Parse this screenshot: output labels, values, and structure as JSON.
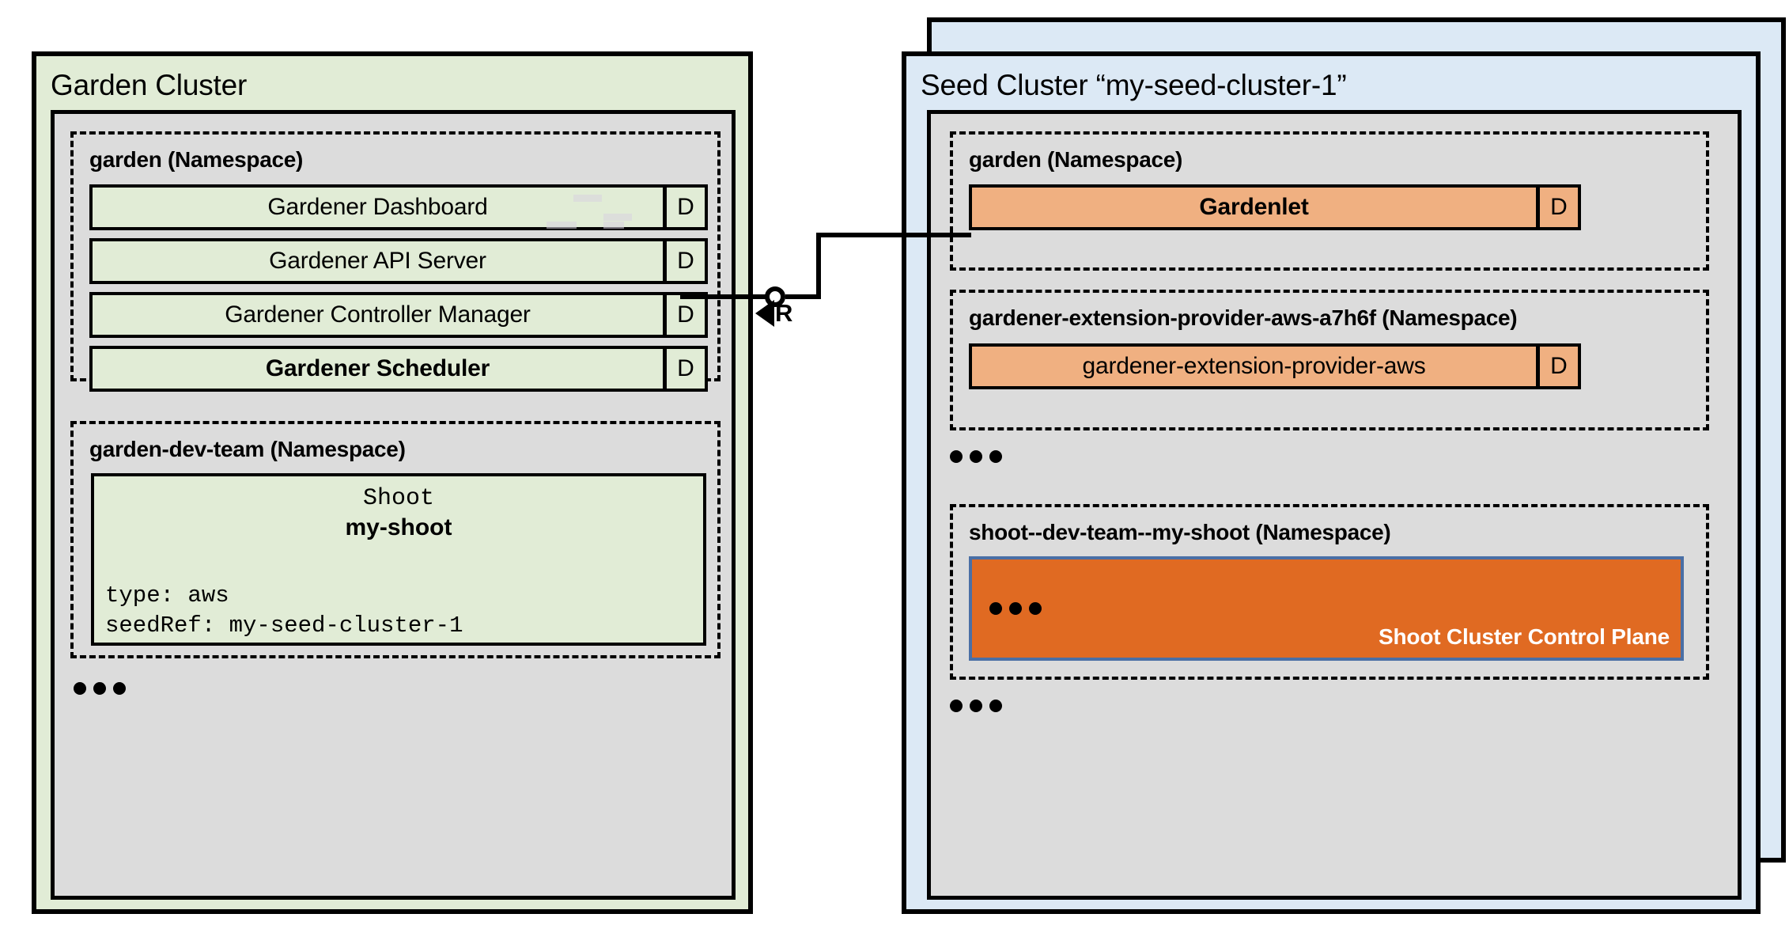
{
  "diagram": {
    "title": "Gardener architecture: Garden Cluster and Seed Cluster",
    "colors": {
      "garden_cluster_bg": "#e1ecd6",
      "seed_cluster_bg": "#dce9f5",
      "k8s_panel_bg": "#dcdcdc",
      "component_green": "#e1ecd6",
      "component_orange": "#f0b081",
      "control_plane_fill": "#e06a22",
      "control_plane_border": "#4a6fa5",
      "stroke": "#000000"
    }
  },
  "garden_cluster": {
    "title": "Garden Cluster",
    "namespaces": [
      {
        "title": "garden (Namespace)",
        "components": [
          {
            "label": "Gardener Dashboard",
            "kind": "D",
            "bold": false
          },
          {
            "label": "Gardener API Server",
            "kind": "D",
            "bold": false
          },
          {
            "label": "Gardener Controller Manager",
            "kind": "D",
            "bold": false
          },
          {
            "label": "Gardener Scheduler",
            "kind": "D",
            "bold": true
          }
        ]
      },
      {
        "title": "garden-dev-team (Namespace)",
        "shoot_resource": {
          "kind": "Shoot",
          "name": "my-shoot",
          "spec_lines": [
            "type: aws",
            "seedRef: my-seed-cluster-1"
          ]
        }
      }
    ],
    "more_indicator": "…"
  },
  "seed_cluster": {
    "title": "Seed Cluster “my-seed-cluster-1”",
    "namespaces": [
      {
        "title": "garden (Namespace)",
        "components": [
          {
            "label": "Gardenlet",
            "kind": "D",
            "bold": true
          }
        ]
      },
      {
        "title": "gardener-extension-provider-aws-a7h6f (Namespace)",
        "components": [
          {
            "label": "gardener-extension-provider-aws",
            "kind": "D",
            "bold": false
          }
        ]
      },
      {
        "title": "shoot--dev-team--my-shoot (Namespace)",
        "control_plane": {
          "label": "Shoot Cluster Control Plane",
          "more_indicator": "…"
        }
      }
    ],
    "more_indicator_middle": "…",
    "more_indicator_bottom": "…"
  },
  "connector": {
    "label": "R",
    "from": "Gardener API Server",
    "to": "Gardenlet",
    "marker": "required-interface-socket"
  }
}
